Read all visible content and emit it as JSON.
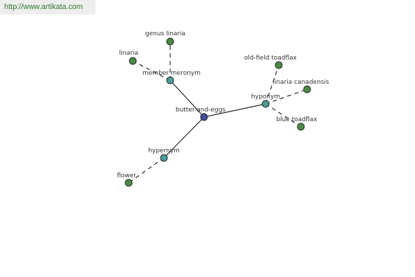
{
  "watermark": {
    "text": "http://www.artikata.com"
  },
  "colors": {
    "center": "#3f4fa0",
    "relation": "#4d9a9a",
    "leaf": "#4a8a45",
    "stroke": "#2a2a2a"
  },
  "graph": {
    "nodes": [
      {
        "id": "butter-and-eggs",
        "label": "butter-and-eggs",
        "kind": "center"
      },
      {
        "id": "member-meronym",
        "label": "member meronym",
        "kind": "relation"
      },
      {
        "id": "hyponym",
        "label": "hyponym",
        "kind": "relation"
      },
      {
        "id": "hypernym",
        "label": "hypernym",
        "kind": "relation"
      },
      {
        "id": "genus-linaria",
        "label": "genus linaria",
        "kind": "leaf"
      },
      {
        "id": "linaria",
        "label": "linaria",
        "kind": "leaf"
      },
      {
        "id": "old-field-toadflax",
        "label": "old-field toadflax",
        "kind": "leaf"
      },
      {
        "id": "linaria-canadensis",
        "label": "linaria canadensis",
        "kind": "leaf"
      },
      {
        "id": "blue-toadflax",
        "label": "blue toadflax",
        "kind": "leaf"
      },
      {
        "id": "flower",
        "label": "flower",
        "kind": "leaf"
      }
    ],
    "edges": [
      {
        "from": "butter-and-eggs",
        "to": "member-meronym",
        "style": "solid"
      },
      {
        "from": "butter-and-eggs",
        "to": "hyponym",
        "style": "solid"
      },
      {
        "from": "butter-and-eggs",
        "to": "hypernym",
        "style": "solid"
      },
      {
        "from": "member-meronym",
        "to": "genus-linaria",
        "style": "dashed"
      },
      {
        "from": "member-meronym",
        "to": "linaria",
        "style": "dashed"
      },
      {
        "from": "hyponym",
        "to": "old-field-toadflax",
        "style": "dashed"
      },
      {
        "from": "hyponym",
        "to": "linaria-canadensis",
        "style": "dashed"
      },
      {
        "from": "hyponym",
        "to": "blue-toadflax",
        "style": "dashed"
      },
      {
        "from": "hypernym",
        "to": "flower",
        "style": "dashed"
      }
    ]
  }
}
